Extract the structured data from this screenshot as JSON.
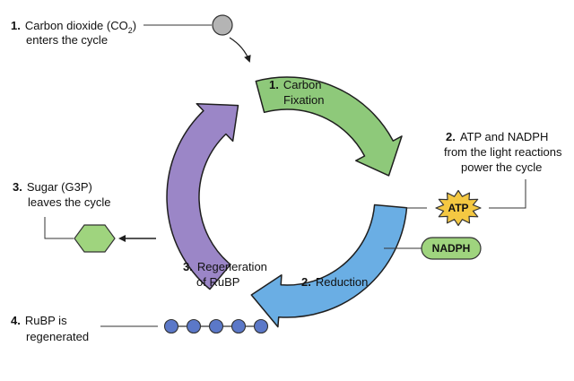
{
  "colors": {
    "fixation": "#8ec97a",
    "reduction": "#6aaee4",
    "regeneration": "#9b86c7",
    "atp": "#f4c842",
    "nadph": "#9fd47e",
    "sugar": "#9fd47e",
    "rubp": "#5b78c8",
    "co2": "#b4b4b4",
    "outline": "#1f1f1f"
  },
  "stages": {
    "fixation": {
      "num": "1.",
      "line1": "Carbon",
      "line2": "Fixation"
    },
    "reduction": {
      "num": "2.",
      "line1": "Reduction"
    },
    "regeneration": {
      "num": "3.",
      "line1": "Regeneration",
      "line2": "of RuBP"
    }
  },
  "callouts": {
    "co2": {
      "num": "1.",
      "line1": "Carbon dioxide (CO",
      "sub": "2",
      "line1_end": ")",
      "line2": "enters the cycle"
    },
    "energy": {
      "num": "2.",
      "line1": "ATP and NADPH",
      "line2": "from the light reactions",
      "line3": "power the cycle"
    },
    "sugar": {
      "num": "3.",
      "line1": "Sugar (G3P)",
      "line2": "leaves the cycle"
    },
    "rubp": {
      "num": "4.",
      "line1": "RuBP is",
      "line2": "regenerated"
    }
  },
  "badges": {
    "atp": "ATP",
    "nadph": "NADPH"
  },
  "icons": {
    "co2": "gray-circle-icon",
    "sugar": "hexagon-icon",
    "rubp": "molecule-chain-icon",
    "atp": "starburst-icon"
  }
}
